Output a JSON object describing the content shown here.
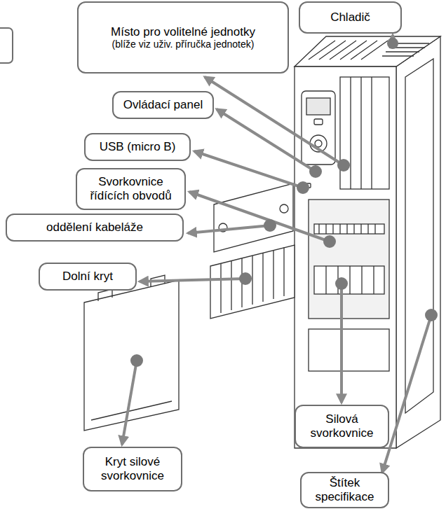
{
  "diagram": {
    "nodes": [
      {
        "text": [
          "Místo pro volitelné jednotky",
          "(blíže viz uživ. příručka jednotek)"
        ]
      },
      {
        "text": [
          "Chladič"
        ]
      },
      {
        "text": [
          "Ovládací panel"
        ]
      },
      {
        "text": [
          "USB (micro B)"
        ]
      },
      {
        "text": [
          "Svorkovnice řídících obvodů"
        ]
      },
      {
        "text": [
          "oddělení kabeláže"
        ]
      },
      {
        "text": [
          "Dolní kryt"
        ]
      },
      {
        "text": [
          "Silová svorkovnice"
        ]
      },
      {
        "text": [
          "Kryt silové svorkovnice"
        ]
      },
      {
        "text": [
          "Štítek specifikace"
        ]
      }
    ]
  }
}
